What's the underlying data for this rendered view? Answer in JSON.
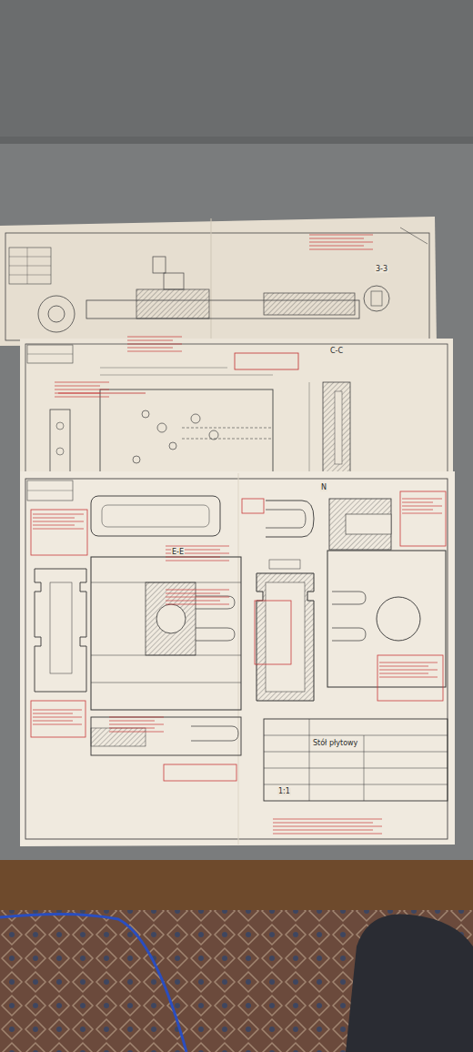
{
  "diagram": {
    "nodes": [
      {
        "text": [
          "Stół płytowy"
        ]
      }
    ],
    "labels": [
      "3-3",
      "C-C",
      "N",
      "E-E",
      "1:1"
    ]
  }
}
